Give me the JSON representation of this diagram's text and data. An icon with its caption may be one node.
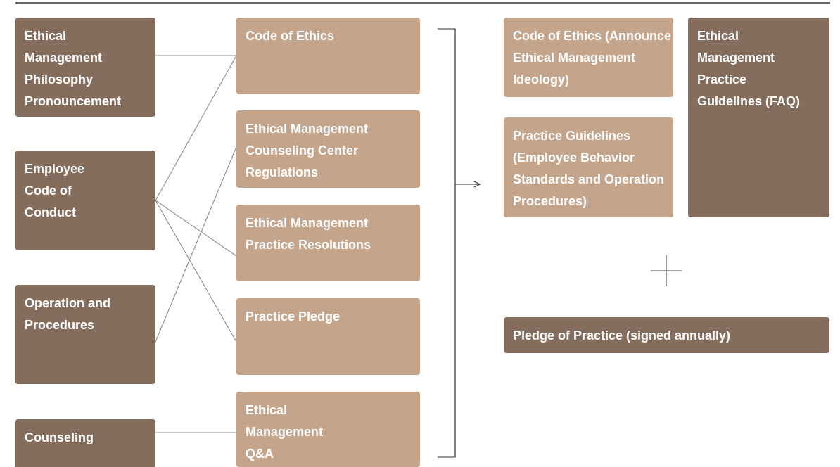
{
  "diagram": {
    "nodes": [
      {
        "text": [
          "Ethical Management Philosophy Pronouncement"
        ]
      },
      {
        "text": [
          "Employee Code of Conduct"
        ]
      },
      {
        "text": [
          "Operation and Procedures"
        ]
      },
      {
        "text": [
          "Counseling"
        ]
      },
      {
        "text": [
          "Code of Ethics"
        ]
      },
      {
        "text": [
          "Ethical Management Counseling Center Regulations"
        ]
      },
      {
        "text": [
          "Ethical Management Practice Resolutions"
        ]
      },
      {
        "text": [
          "Practice Pledge"
        ]
      },
      {
        "text": [
          "Ethical Management Q&A"
        ]
      },
      {
        "text": [
          "Code of Ethics (Announce Ethical Management Ideology)"
        ]
      },
      {
        "text": [
          "Practice Guidelines (Employee Behavior Standards and Operation Procedures)"
        ]
      },
      {
        "text": [
          "Ethical Management Practice Guidelines (FAQ)"
        ]
      },
      {
        "text": [
          "Pledge of Practice (signed annually)"
        ]
      }
    ],
    "edges": [
      {
        "from": 0,
        "to": 4,
        "arrow": "none"
      },
      {
        "from": 1,
        "to": 4,
        "arrow": "none"
      },
      {
        "from": 1,
        "to": 6,
        "arrow": "none"
      },
      {
        "from": 1,
        "to": 7,
        "arrow": "none"
      },
      {
        "from": 2,
        "to": 5,
        "arrow": "none"
      },
      {
        "from": 3,
        "to": 8,
        "arrow": "none"
      }
    ]
  }
}
